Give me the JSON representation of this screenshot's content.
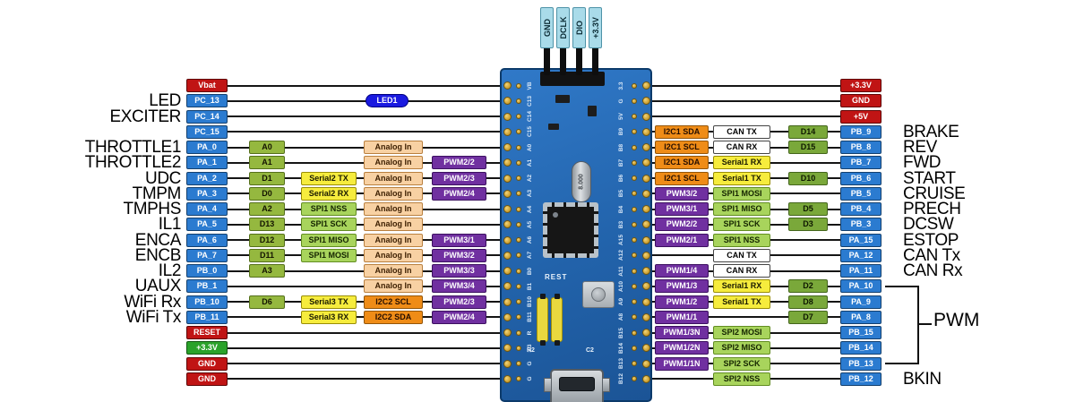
{
  "colors": {
    "blue": {
      "bg": "#2b7bd0",
      "fg": "#ffffff",
      "bd": "#14406e"
    },
    "red": {
      "bg": "#c01414",
      "fg": "#ffffff",
      "bd": "#5e0606"
    },
    "green_power": {
      "bg": "#2aa22a",
      "fg": "#ffffff",
      "bd": "#125812"
    },
    "alt_green": {
      "bg": "#95b83f",
      "fg": "#141400",
      "bd": "#55701c"
    },
    "spi_green": {
      "bg": "#a8d45c",
      "fg": "#152500",
      "bd": "#628d22"
    },
    "d_green": {
      "bg": "#7aa83a",
      "fg": "#0e1800",
      "bd": "#44661c"
    },
    "yellow": {
      "bg": "#f6ec3d",
      "fg": "#1a1a00",
      "bd": "#9a8e06"
    },
    "peach": {
      "bg": "#f8d1a3",
      "fg": "#3c1e00",
      "bd": "#b9803f"
    },
    "orange": {
      "bg": "#ef8c17",
      "fg": "#260e00",
      "bd": "#94560a"
    },
    "purple": {
      "bg": "#7030a0",
      "fg": "#ffffff",
      "bd": "#3c1060"
    },
    "white": {
      "bg": "#ffffff",
      "fg": "#000000",
      "bd": "#444444"
    },
    "led": {
      "bg": "#1a1ae0",
      "fg": "#ffffff",
      "bd": "#000080"
    },
    "swd": {
      "bg": "#a9dbe9",
      "fg": "#0a2a33",
      "bd": "#4e93a8"
    }
  },
  "top_header": {
    "pins": [
      "GND",
      "DCLK",
      "DIO",
      "+3.3V"
    ]
  },
  "board": {
    "left_silkscreen": [
      "VB",
      "C13",
      "C14",
      "C15",
      "A0",
      "A1",
      "A2",
      "A3",
      "A4",
      "A5",
      "A6",
      "A7",
      "B0",
      "B1",
      "B10",
      "B11",
      "R",
      "3.3",
      "G",
      "G"
    ],
    "right_silkscreen": [
      "3.3",
      "G",
      "5V",
      "B9",
      "B8",
      "B7",
      "B6",
      "B5",
      "B4",
      "B3",
      "A15",
      "A12",
      "A11",
      "A10",
      "A9",
      "A8",
      "B15",
      "B14",
      "B13",
      "B12"
    ],
    "crystal_label": "8.000",
    "reset_label": "REST",
    "r2_label": "R2",
    "c2_label": "C2"
  },
  "right_bracket": {
    "label": "PWM"
  },
  "left_rows": [
    {
      "ext": "",
      "pin": {
        "text": "Vbat",
        "type": "red"
      },
      "boxes": []
    },
    {
      "ext": "LED",
      "pin": {
        "text": "PC_13",
        "type": "blue"
      },
      "boxes": [
        {
          "slot": "led",
          "text": "LED1",
          "type": "led"
        }
      ]
    },
    {
      "ext": "EXCITER",
      "pin": {
        "text": "PC_14",
        "type": "blue"
      },
      "boxes": []
    },
    {
      "ext": "",
      "pin": {
        "text": "PC_15",
        "type": "blue"
      },
      "boxes": []
    },
    {
      "ext": "THROTTLE1",
      "pin": {
        "text": "PA_0",
        "type": "blue"
      },
      "boxes": [
        {
          "slot": "alt",
          "text": "A0",
          "type": "alt_green"
        },
        {
          "slot": "bus",
          "text": "Analog In",
          "type": "peach"
        }
      ]
    },
    {
      "ext": "THROTTLE2",
      "pin": {
        "text": "PA_1",
        "type": "blue"
      },
      "boxes": [
        {
          "slot": "alt",
          "text": "A1",
          "type": "alt_green"
        },
        {
          "slot": "bus",
          "text": "Analog In",
          "type": "peach"
        },
        {
          "slot": "pwm",
          "text": "PWM2/2",
          "type": "purple"
        }
      ]
    },
    {
      "ext": "UDC",
      "pin": {
        "text": "PA_2",
        "type": "blue"
      },
      "boxes": [
        {
          "slot": "alt",
          "text": "D1",
          "type": "alt_green"
        },
        {
          "slot": "fn",
          "text": "Serial2 TX",
          "type": "yellow"
        },
        {
          "slot": "bus",
          "text": "Analog In",
          "type": "peach"
        },
        {
          "slot": "pwm",
          "text": "PWM2/3",
          "type": "purple"
        }
      ]
    },
    {
      "ext": "TMPM",
      "pin": {
        "text": "PA_3",
        "type": "blue"
      },
      "boxes": [
        {
          "slot": "alt",
          "text": "D0",
          "type": "alt_green"
        },
        {
          "slot": "fn",
          "text": "Serial2 RX",
          "type": "yellow"
        },
        {
          "slot": "bus",
          "text": "Analog In",
          "type": "peach"
        },
        {
          "slot": "pwm",
          "text": "PWM2/4",
          "type": "purple"
        }
      ]
    },
    {
      "ext": "TMPHS",
      "pin": {
        "text": "PA_4",
        "type": "blue"
      },
      "boxes": [
        {
          "slot": "alt",
          "text": "A2",
          "type": "alt_green"
        },
        {
          "slot": "fn",
          "text": "SPI1 NSS",
          "type": "spi_green"
        },
        {
          "slot": "bus",
          "text": "Analog In",
          "type": "peach"
        }
      ]
    },
    {
      "ext": "IL1",
      "pin": {
        "text": "PA_5",
        "type": "blue"
      },
      "boxes": [
        {
          "slot": "alt",
          "text": "D13",
          "type": "alt_green"
        },
        {
          "slot": "fn",
          "text": "SPI1 SCK",
          "type": "spi_green"
        },
        {
          "slot": "bus",
          "text": "Analog In",
          "type": "peach"
        }
      ]
    },
    {
      "ext": "ENCA",
      "pin": {
        "text": "PA_6",
        "type": "blue"
      },
      "boxes": [
        {
          "slot": "alt",
          "text": "D12",
          "type": "alt_green"
        },
        {
          "slot": "fn",
          "text": "SPI1 MISO",
          "type": "spi_green"
        },
        {
          "slot": "bus",
          "text": "Analog In",
          "type": "peach"
        },
        {
          "slot": "pwm",
          "text": "PWM3/1",
          "type": "purple"
        }
      ]
    },
    {
      "ext": "ENCB",
      "pin": {
        "text": "PA_7",
        "type": "blue"
      },
      "boxes": [
        {
          "slot": "alt",
          "text": "D11",
          "type": "alt_green"
        },
        {
          "slot": "fn",
          "text": "SPI1 MOSI",
          "type": "spi_green"
        },
        {
          "slot": "bus",
          "text": "Analog In",
          "type": "peach"
        },
        {
          "slot": "pwm",
          "text": "PWM3/2",
          "type": "purple"
        }
      ]
    },
    {
      "ext": "IL2",
      "pin": {
        "text": "PB_0",
        "type": "blue"
      },
      "boxes": [
        {
          "slot": "alt",
          "text": "A3",
          "type": "alt_green"
        },
        {
          "slot": "bus",
          "text": "Analog In",
          "type": "peach"
        },
        {
          "slot": "pwm",
          "text": "PWM3/3",
          "type": "purple"
        }
      ]
    },
    {
      "ext": "UAUX",
      "pin": {
        "text": "PB_1",
        "type": "blue"
      },
      "boxes": [
        {
          "slot": "bus",
          "text": "Analog In",
          "type": "peach"
        },
        {
          "slot": "pwm",
          "text": "PWM3/4",
          "type": "purple"
        }
      ]
    },
    {
      "ext": "WiFi Rx",
      "pin": {
        "text": "PB_10",
        "type": "blue"
      },
      "boxes": [
        {
          "slot": "alt",
          "text": "D6",
          "type": "alt_green"
        },
        {
          "slot": "fn",
          "text": "Serial3 TX",
          "type": "yellow"
        },
        {
          "slot": "bus",
          "text": "I2C2 SCL",
          "type": "orange"
        },
        {
          "slot": "pwm",
          "text": "PWM2/3",
          "type": "purple"
        }
      ]
    },
    {
      "ext": "WiFi Tx",
      "pin": {
        "text": "PB_11",
        "type": "blue"
      },
      "boxes": [
        {
          "slot": "fn",
          "text": "Serial3 RX",
          "type": "yellow"
        },
        {
          "slot": "bus",
          "text": "I2C2 SDA",
          "type": "orange"
        },
        {
          "slot": "pwm",
          "text": "PWM2/4",
          "type": "purple"
        }
      ]
    },
    {
      "ext": "",
      "pin": {
        "text": "RESET",
        "type": "red"
      },
      "boxes": []
    },
    {
      "ext": "",
      "pin": {
        "text": "+3.3V",
        "type": "green_power"
      },
      "boxes": []
    },
    {
      "ext": "",
      "pin": {
        "text": "GND",
        "type": "red"
      },
      "boxes": []
    },
    {
      "ext": "",
      "pin": {
        "text": "GND",
        "type": "red"
      },
      "boxes": []
    }
  ],
  "right_rows": [
    {
      "ext": "",
      "pin": {
        "text": "+3.3V",
        "type": "red"
      },
      "boxes": []
    },
    {
      "ext": "",
      "pin": {
        "text": "GND",
        "type": "red"
      },
      "boxes": []
    },
    {
      "ext": "",
      "pin": {
        "text": "+5V",
        "type": "red"
      },
      "boxes": []
    },
    {
      "ext": "BRAKE",
      "pin": {
        "text": "PB_9",
        "type": "blue"
      },
      "boxes": [
        {
          "slot": "c1",
          "text": "I2C1 SDA",
          "type": "orange"
        },
        {
          "slot": "c2",
          "text": "CAN TX",
          "type": "white"
        },
        {
          "slot": "c3",
          "text": "D14",
          "type": "d_green"
        }
      ]
    },
    {
      "ext": "REV",
      "pin": {
        "text": "PB_8",
        "type": "blue"
      },
      "boxes": [
        {
          "slot": "c1",
          "text": "I2C1 SCL",
          "type": "orange"
        },
        {
          "slot": "c2",
          "text": "CAN RX",
          "type": "white"
        },
        {
          "slot": "c3",
          "text": "D15",
          "type": "d_green"
        }
      ]
    },
    {
      "ext": "FWD",
      "pin": {
        "text": "PB_7",
        "type": "blue"
      },
      "boxes": [
        {
          "slot": "c1",
          "text": "I2C1 SDA",
          "type": "orange"
        },
        {
          "slot": "c2",
          "text": "Serial1 RX",
          "type": "yellow"
        }
      ]
    },
    {
      "ext": "START",
      "pin": {
        "text": "PB_6",
        "type": "blue"
      },
      "boxes": [
        {
          "slot": "c1",
          "text": "I2C1 SCL",
          "type": "orange"
        },
        {
          "slot": "c2",
          "text": "Serial1 TX",
          "type": "yellow"
        },
        {
          "slot": "c3",
          "text": "D10",
          "type": "d_green"
        }
      ]
    },
    {
      "ext": "CRUISE",
      "pin": {
        "text": "PB_5",
        "type": "blue"
      },
      "boxes": [
        {
          "slot": "c1",
          "text": "PWM3/2",
          "type": "purple"
        },
        {
          "slot": "c2",
          "text": "SPI1 MOSI",
          "type": "spi_green"
        }
      ]
    },
    {
      "ext": "PRECH",
      "pin": {
        "text": "PB_4",
        "type": "blue"
      },
      "boxes": [
        {
          "slot": "c1",
          "text": "PWM3/1",
          "type": "purple"
        },
        {
          "slot": "c2",
          "text": "SPI1 MISO",
          "type": "spi_green"
        },
        {
          "slot": "c3",
          "text": "D5",
          "type": "d_green"
        }
      ]
    },
    {
      "ext": "DCSW",
      "pin": {
        "text": "PB_3",
        "type": "blue"
      },
      "boxes": [
        {
          "slot": "c1",
          "text": "PWM2/2",
          "type": "purple"
        },
        {
          "slot": "c2",
          "text": "SPI1 SCK",
          "type": "spi_green"
        },
        {
          "slot": "c3",
          "text": "D3",
          "type": "d_green"
        }
      ]
    },
    {
      "ext": "ESTOP",
      "pin": {
        "text": "PA_15",
        "type": "blue"
      },
      "boxes": [
        {
          "slot": "c1",
          "text": "PWM2/1",
          "type": "purple"
        },
        {
          "slot": "c2",
          "text": "SPI1 NSS",
          "type": "spi_green"
        }
      ]
    },
    {
      "ext": "CAN Tx",
      "pin": {
        "text": "PA_12",
        "type": "blue"
      },
      "boxes": [
        {
          "slot": "c2",
          "text": "CAN TX",
          "type": "white"
        }
      ]
    },
    {
      "ext": "CAN Rx",
      "pin": {
        "text": "PA_11",
        "type": "blue"
      },
      "boxes": [
        {
          "slot": "c1",
          "text": "PWM1/4",
          "type": "purple"
        },
        {
          "slot": "c2",
          "text": "CAN RX",
          "type": "white"
        }
      ]
    },
    {
      "ext": "",
      "pin": {
        "text": "PA_10",
        "type": "blue"
      },
      "boxes": [
        {
          "slot": "c1",
          "text": "PWM1/3",
          "type": "purple"
        },
        {
          "slot": "c2",
          "text": "Serial1 RX",
          "type": "yellow"
        },
        {
          "slot": "c3",
          "text": "D2",
          "type": "d_green"
        }
      ]
    },
    {
      "ext": "",
      "pin": {
        "text": "PA_9",
        "type": "blue"
      },
      "boxes": [
        {
          "slot": "c1",
          "text": "PWM1/2",
          "type": "purple"
        },
        {
          "slot": "c2",
          "text": "Serial1 TX",
          "type": "yellow"
        },
        {
          "slot": "c3",
          "text": "D8",
          "type": "d_green"
        }
      ]
    },
    {
      "ext": "",
      "pin": {
        "text": "PA_8",
        "type": "blue"
      },
      "boxes": [
        {
          "slot": "c1",
          "text": "PWM1/1",
          "type": "purple"
        },
        {
          "slot": "c3",
          "text": "D7",
          "type": "d_green"
        }
      ]
    },
    {
      "ext": "",
      "pin": {
        "text": "PB_15",
        "type": "blue"
      },
      "boxes": [
        {
          "slot": "c1",
          "text": "PWM1/3N",
          "type": "purple"
        },
        {
          "slot": "c2",
          "text": "SPI2 MOSI",
          "type": "spi_green"
        }
      ]
    },
    {
      "ext": "",
      "pin": {
        "text": "PB_14",
        "type": "blue"
      },
      "boxes": [
        {
          "slot": "c1",
          "text": "PWM1/2N",
          "type": "purple"
        },
        {
          "slot": "c2",
          "text": "SPI2 MISO",
          "type": "spi_green"
        }
      ]
    },
    {
      "ext": "",
      "pin": {
        "text": "PB_13",
        "type": "blue"
      },
      "boxes": [
        {
          "slot": "c1",
          "text": "PWM1/1N",
          "type": "purple"
        },
        {
          "slot": "c2",
          "text": "SPI2 SCK",
          "type": "spi_green"
        }
      ]
    },
    {
      "ext": "BKIN",
      "pin": {
        "text": "PB_12",
        "type": "blue"
      },
      "boxes": [
        {
          "slot": "c2",
          "text": "SPI2 NSS",
          "type": "spi_green"
        }
      ]
    }
  ]
}
